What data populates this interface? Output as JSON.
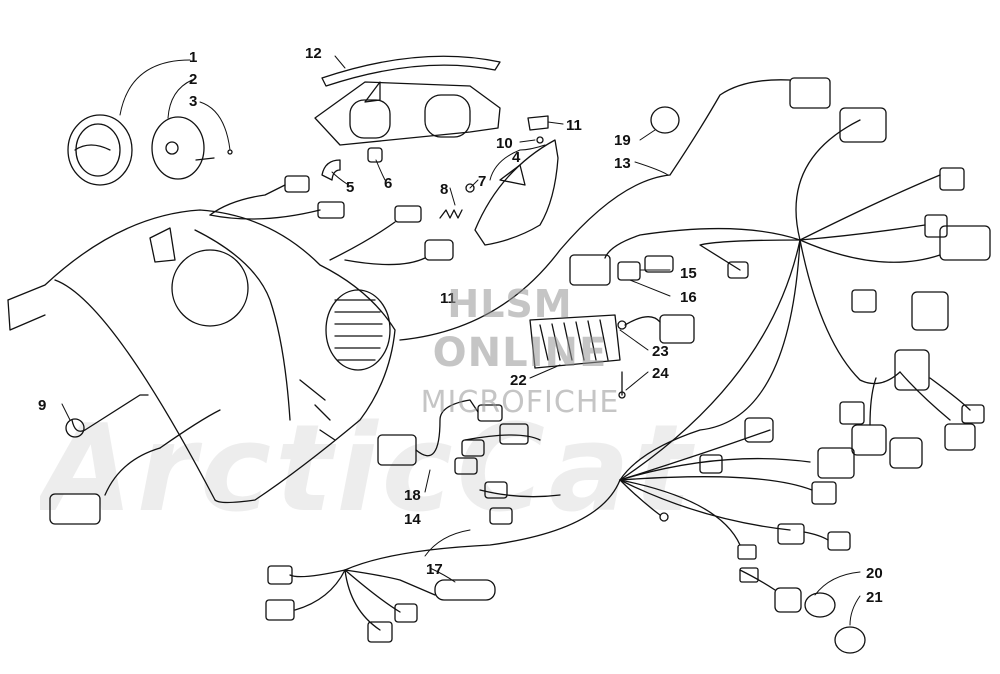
{
  "diagram": {
    "callouts": [
      {
        "id": "c1",
        "text": "1"
      },
      {
        "id": "c2",
        "text": "2"
      },
      {
        "id": "c3",
        "text": "3"
      },
      {
        "id": "c4",
        "text": "4"
      },
      {
        "id": "c5",
        "text": "5"
      },
      {
        "id": "c6",
        "text": "6"
      },
      {
        "id": "c7",
        "text": "7"
      },
      {
        "id": "c8",
        "text": "8"
      },
      {
        "id": "c9",
        "text": "9"
      },
      {
        "id": "c10",
        "text": "10"
      },
      {
        "id": "c11a",
        "text": "11"
      },
      {
        "id": "c11b",
        "text": "11"
      },
      {
        "id": "c12",
        "text": "12"
      },
      {
        "id": "c13",
        "text": "13"
      },
      {
        "id": "c14",
        "text": "14"
      },
      {
        "id": "c15",
        "text": "15"
      },
      {
        "id": "c16",
        "text": "16"
      },
      {
        "id": "c17",
        "text": "17"
      },
      {
        "id": "c18",
        "text": "18"
      },
      {
        "id": "c19",
        "text": "19"
      },
      {
        "id": "c20",
        "text": "20"
      },
      {
        "id": "c21",
        "text": "21"
      },
      {
        "id": "c22",
        "text": "22"
      },
      {
        "id": "c23",
        "text": "23"
      },
      {
        "id": "c24",
        "text": "24"
      }
    ]
  },
  "watermark": {
    "line1": "HLSM",
    "line2": "ONLINE",
    "line3": "MICROFICHE",
    "background": "ArcticCat"
  },
  "colors": {
    "ink": "#111111",
    "watermark": "#969696"
  }
}
